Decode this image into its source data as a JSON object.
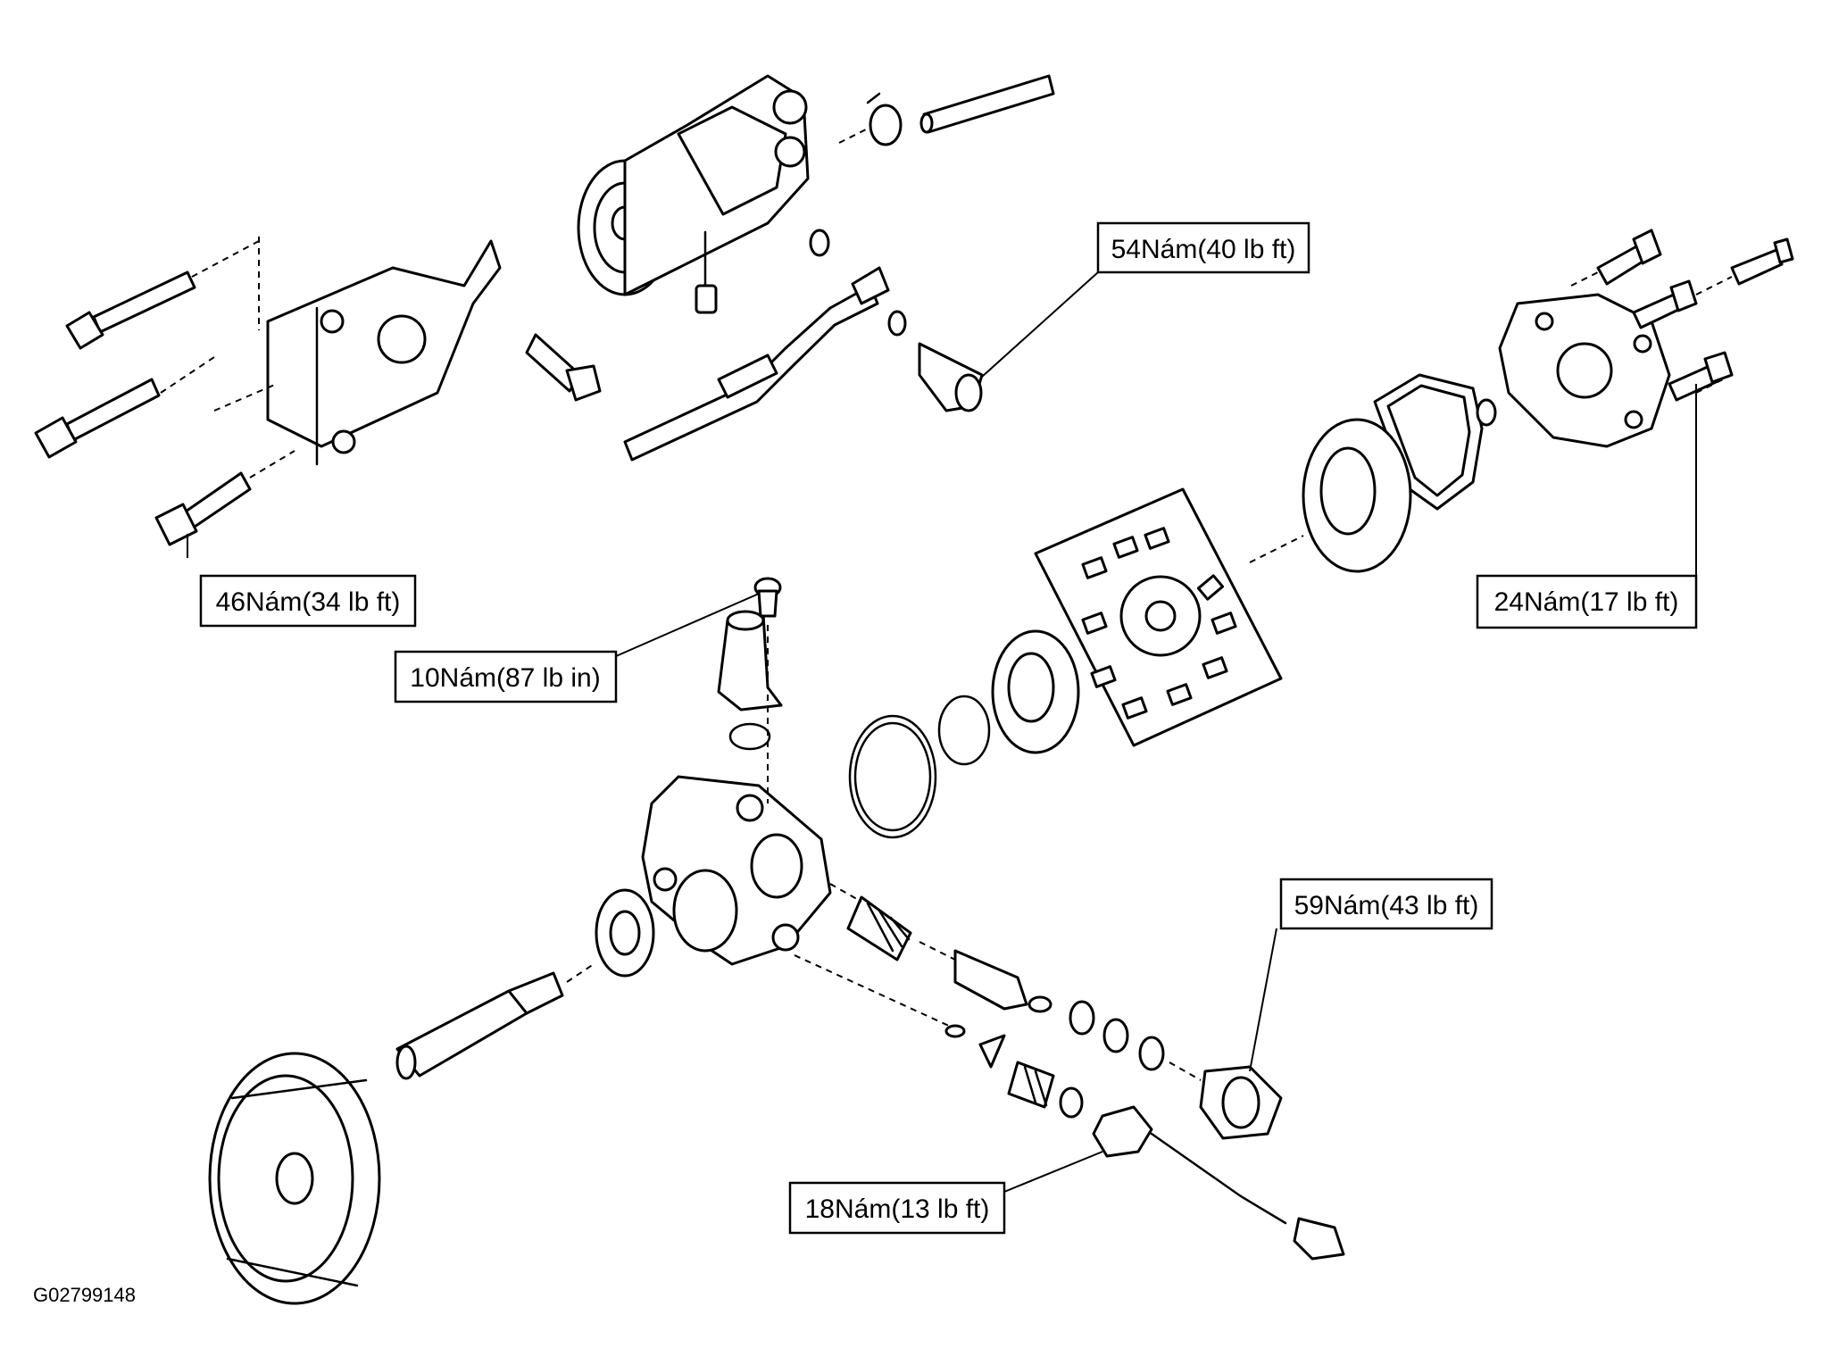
{
  "torque_labels": {
    "tl_54": "54Nám(40 lb ft)",
    "tl_46": "46Nám(34 lb ft)",
    "tl_24": "24Nám(17 lb ft)",
    "tl_10": "10Nám(87 lb in)",
    "tl_59": "59Nám(43 lb ft)",
    "tl_18": "18Nám(13 lb ft)"
  },
  "figure_code": "G02799148"
}
